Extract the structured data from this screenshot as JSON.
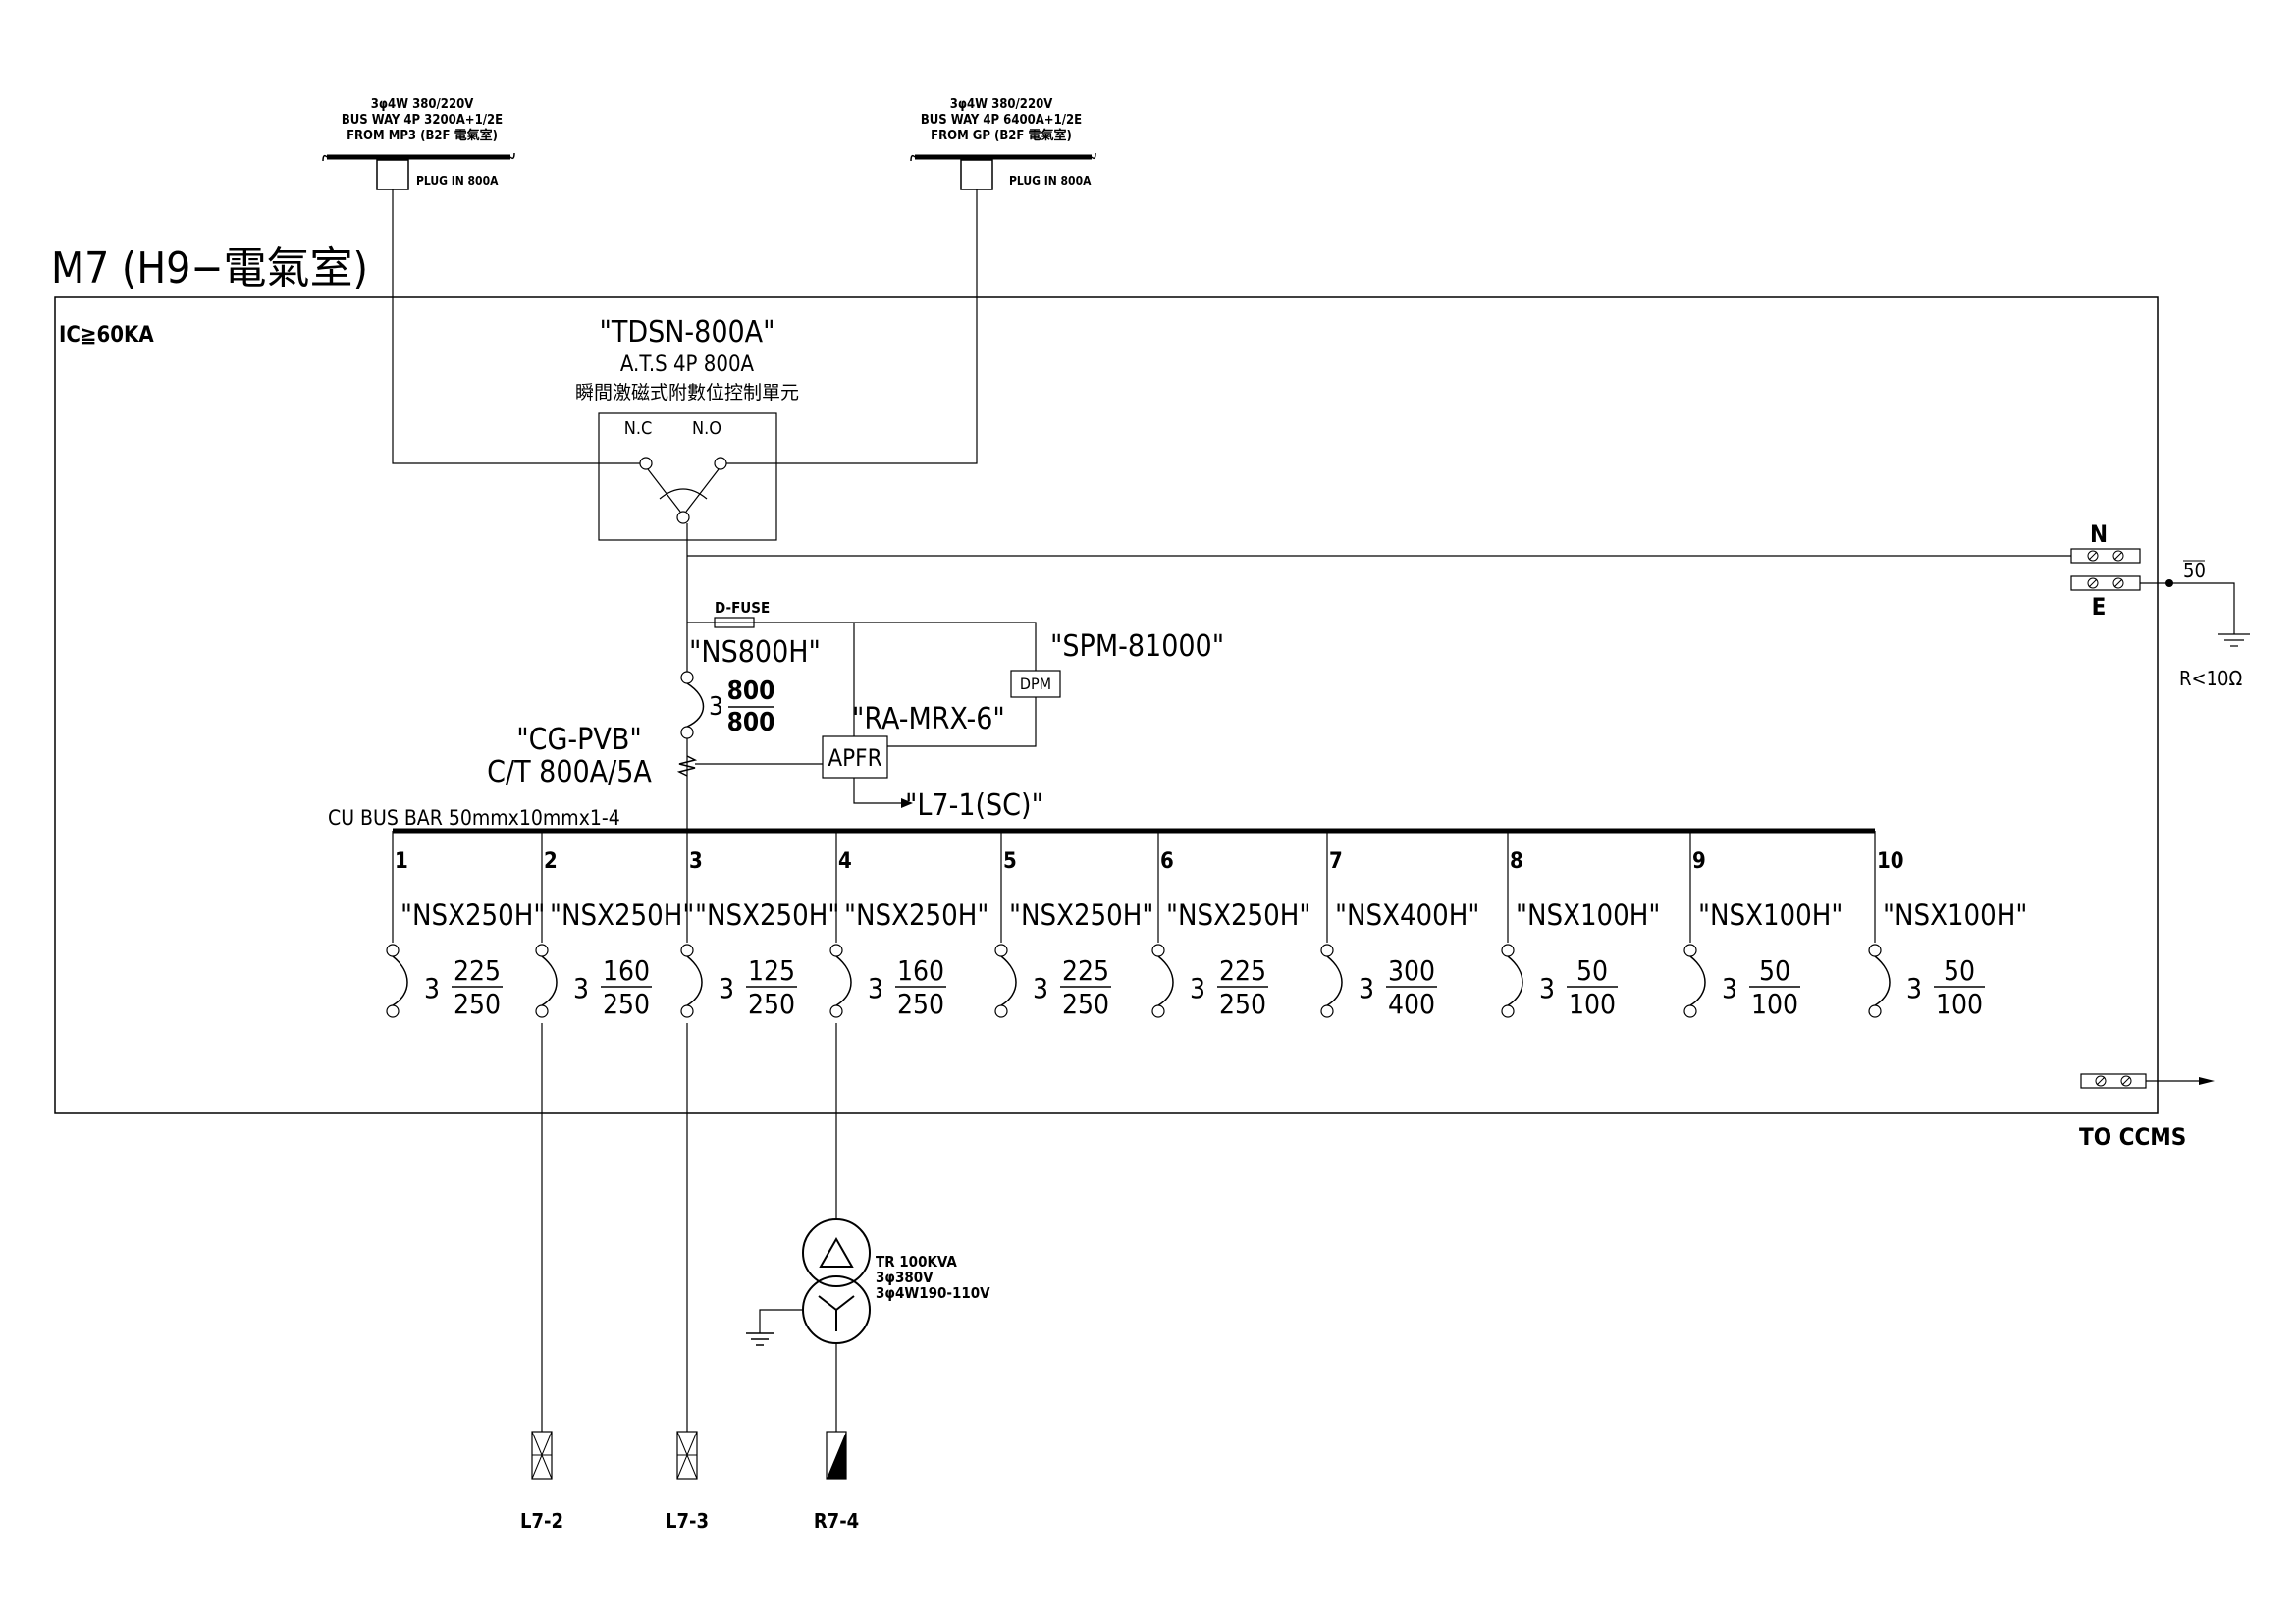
{
  "sources": [
    {
      "spec1": "3φ4W 380/220V",
      "spec2": "BUS WAY 4P 3200A+1/2E",
      "spec3": "FROM MP3 (B2F 電氣室)",
      "plug": "PLUG IN 800A"
    },
    {
      "spec1": "3φ4W 380/220V",
      "spec2": "BUS WAY 4P 6400A+1/2E",
      "spec3": "FROM GP (B2F 電氣室)",
      "plug": "PLUG IN 800A"
    }
  ],
  "panel": {
    "title": "M7 (H9−電氣室)",
    "ic": "IC≧60KA"
  },
  "ats": {
    "model": "\"TDSN-800A\"",
    "rating": "A.T.S 4P 800A",
    "desc": "瞬間激磁式附數位控制單元",
    "nc": "N.C",
    "no": "N.O"
  },
  "main": {
    "fuse": "D-FUSE",
    "breaker": "\"NS800H\"",
    "poles": "3",
    "at": "800",
    "af": "800",
    "ct_model": "\"CG-PVB\"",
    "ct": "C/T 800A/5A",
    "meter_model": "\"SPM-81000\"",
    "meter": "DPM",
    "apfr_model": "\"RA-MRX-6\"",
    "apfr": "APFR",
    "apfr_to": "\"L7-1(SC)\""
  },
  "busbar": "CU BUS BAR 50mmx10mmx1-4",
  "ground": {
    "n": "N",
    "e": "E",
    "size": "50",
    "r": "R<10Ω"
  },
  "ccms": "TO CCMS",
  "branches": [
    {
      "no": "1",
      "model": "\"NSX250H\"",
      "poles": "3",
      "at": "225",
      "af": "250"
    },
    {
      "no": "2",
      "model": "\"NSX250H\"",
      "poles": "3",
      "at": "160",
      "af": "250"
    },
    {
      "no": "3",
      "model": "\"NSX250H\"",
      "poles": "3",
      "at": "125",
      "af": "250"
    },
    {
      "no": "4",
      "model": "\"NSX250H\"",
      "poles": "3",
      "at": "160",
      "af": "250"
    },
    {
      "no": "5",
      "model": "\"NSX250H\"",
      "poles": "3",
      "at": "225",
      "af": "250"
    },
    {
      "no": "6",
      "model": "\"NSX250H\"",
      "poles": "3",
      "at": "225",
      "af": "250"
    },
    {
      "no": "7",
      "model": "\"NSX400H\"",
      "poles": "3",
      "at": "300",
      "af": "400"
    },
    {
      "no": "8",
      "model": "\"NSX100H\"",
      "poles": "3",
      "at": "50",
      "af": "100"
    },
    {
      "no": "9",
      "model": "\"NSX100H\"",
      "poles": "3",
      "at": "50",
      "af": "100"
    },
    {
      "no": "10",
      "model": "\"NSX100H\"",
      "poles": "3",
      "at": "50",
      "af": "100"
    }
  ],
  "transformer": {
    "line1": "TR 100KVA",
    "line2": "3φ380V",
    "line3": "3φ4W190-110V"
  },
  "loads": [
    {
      "label": "L7-2",
      "style": "cross"
    },
    {
      "label": "L7-3",
      "style": "cross"
    },
    {
      "label": "R7-4",
      "style": "solid"
    }
  ]
}
